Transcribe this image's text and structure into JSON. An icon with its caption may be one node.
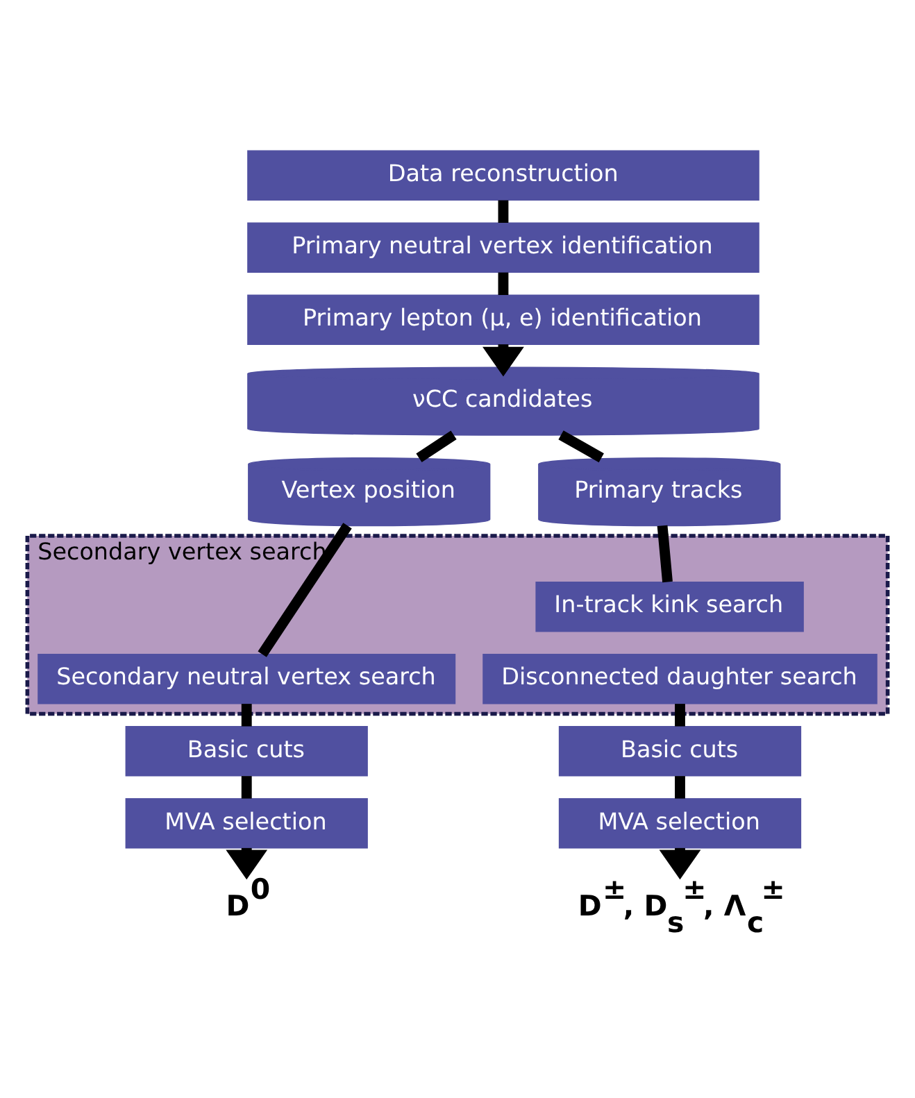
{
  "diagram": {
    "nodes": [
      {
        "text": [
          "Data reconstruction"
        ]
      },
      {
        "text": [
          "Primary neutral vertex identification"
        ]
      },
      {
        "text": [
          "Primary lepton (μ, e) identification"
        ]
      },
      {
        "text": [
          "νCC candidates"
        ]
      },
      {
        "text": [
          "Vertex position"
        ]
      },
      {
        "text": [
          "Primary tracks"
        ]
      },
      {
        "text": [
          "Secondary vertex search"
        ]
      },
      {
        "text": [
          "Secondary neutral vertex search"
        ],
        "in": 6
      },
      {
        "text": [
          "In-track kink search"
        ],
        "in": 6
      },
      {
        "text": [
          "Disconnected daughter search"
        ],
        "in": 6
      },
      {
        "text": [
          "Basic cuts"
        ]
      },
      {
        "text": [
          "MVA selection"
        ]
      },
      {
        "text": [
          "Basic cuts"
        ]
      },
      {
        "text": [
          "MVA selection"
        ]
      },
      {
        "text": [
          "D$^{0}$"
        ]
      },
      {
        "text": [
          "D$^{±}$, D$_{s}$$^{±}$, Λ$_{c}$$^{±}$"
        ]
      }
    ],
    "edges": [
      {
        "from": 0,
        "to": 1,
        "arrow": "none"
      },
      {
        "from": 1,
        "to": 2,
        "arrow": "none"
      },
      {
        "from": 2,
        "to": 3,
        "arrow": "to"
      },
      {
        "from": 3,
        "to": 4,
        "arrow": "none"
      },
      {
        "from": 3,
        "to": 5,
        "arrow": "none"
      },
      {
        "from": 4,
        "to": 7,
        "arrow": "none"
      },
      {
        "from": 5,
        "to": 8,
        "arrow": "none"
      },
      {
        "from": 7,
        "to": 10,
        "arrow": "none"
      },
      {
        "from": 9,
        "to": 12,
        "arrow": "none"
      },
      {
        "from": 10,
        "to": 11,
        "arrow": "none"
      },
      {
        "from": 12,
        "to": 13,
        "arrow": "none"
      },
      {
        "from": 11,
        "to": 14,
        "arrow": "to"
      },
      {
        "from": 13,
        "to": 15,
        "arrow": "to"
      }
    ]
  }
}
